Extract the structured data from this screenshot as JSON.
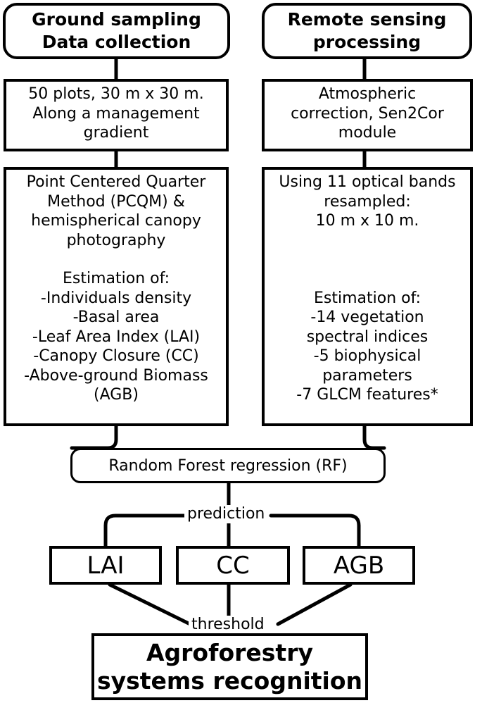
{
  "ground_header": [
    "Ground sampling",
    "Data collection"
  ],
  "remote_header": [
    "Remote sensing",
    "processing"
  ],
  "plots_box": [
    "50 plots, 30 m x 30 m.",
    "Along a management",
    "gradient"
  ],
  "atmos_box": [
    "Atmospheric",
    "correction, Sen2Cor",
    "module"
  ],
  "ground_method": [
    "Point Centered Quarter",
    "Method (PCQM) &",
    "hemispherical canopy",
    "photography"
  ],
  "ground_estimation": [
    "Estimation of:",
    "-Individuals density",
    "-Basal area",
    "-Leaf Area Index (LAI)",
    "-Canopy Closure (CC)",
    "-Above-ground Biomass",
    "(AGB)"
  ],
  "remote_method": [
    "Using 11 optical bands",
    "resampled:",
    "10 m x 10 m."
  ],
  "remote_estimation": [
    "Estimation of:",
    "-14 vegetation",
    "spectral indices",
    "-5 biophysical",
    "parameters",
    "-7 GLCM features*"
  ],
  "rf_box": "Random Forest regression (RF)",
  "prediction_label": "prediction",
  "outputs": [
    "LAI",
    "CC",
    "AGB"
  ],
  "threshold_label": "threshold",
  "final_box": [
    "Agroforestry",
    "systems recognition"
  ]
}
